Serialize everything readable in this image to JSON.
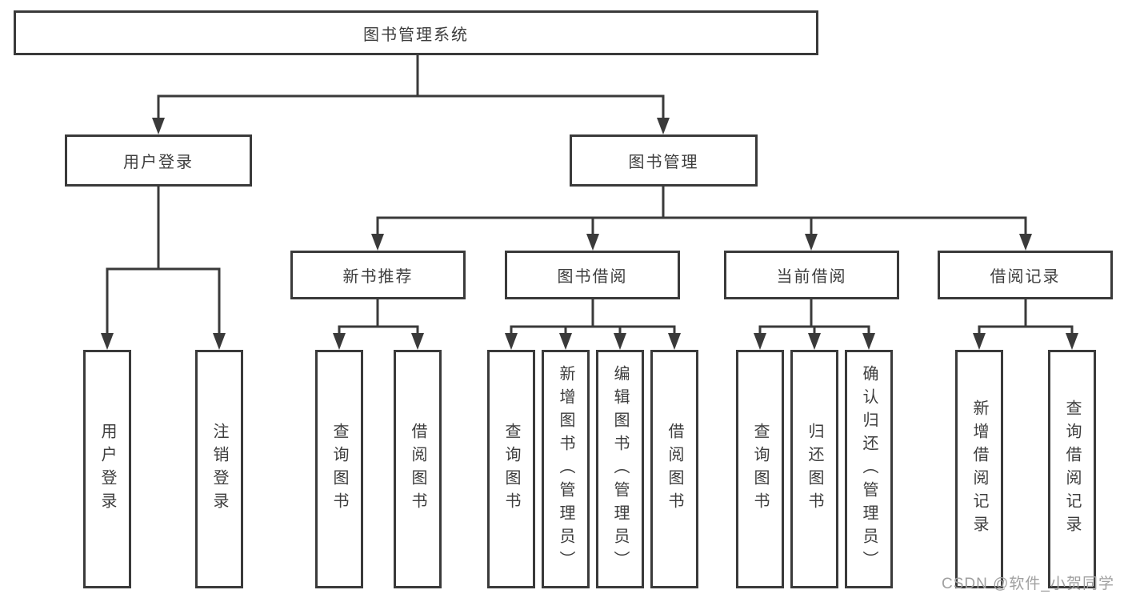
{
  "tree": {
    "label": "图书管理系统",
    "children": [
      {
        "label": "用户登录",
        "children": [
          {
            "label": "用户登录"
          },
          {
            "label": "注销登录"
          }
        ]
      },
      {
        "label": "图书管理",
        "children": [
          {
            "label": "新书推荐",
            "children": [
              {
                "label": "查询图书"
              },
              {
                "label": "借阅图书"
              }
            ]
          },
          {
            "label": "图书借阅",
            "children": [
              {
                "label": "查询图书"
              },
              {
                "label": "新增图书（管理员）"
              },
              {
                "label": "编辑图书（管理员）"
              },
              {
                "label": "借阅图书"
              }
            ]
          },
          {
            "label": "当前借阅",
            "children": [
              {
                "label": "查询图书"
              },
              {
                "label": "归还图书"
              },
              {
                "label": "确认归还（管理员）"
              }
            ]
          },
          {
            "label": "借阅记录",
            "children": [
              {
                "label": "新增借阅记录"
              },
              {
                "label": "查询借阅记录"
              }
            ]
          }
        ]
      }
    ]
  },
  "watermark": "CSDN @软件_小贺同学",
  "colors": {
    "line": "#3a3a3a",
    "text": "#3d3d3d",
    "watermark": "#a0a0a0",
    "background": "#ffffff"
  }
}
